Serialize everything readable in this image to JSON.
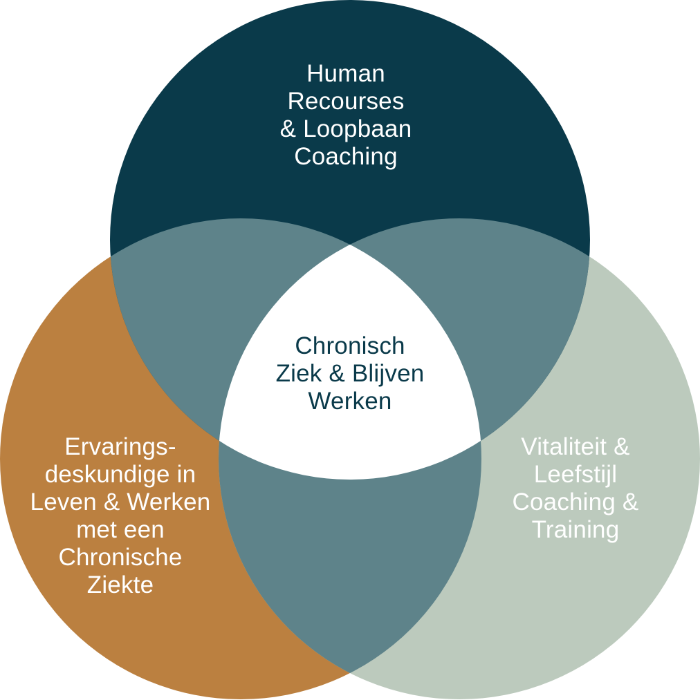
{
  "diagram": {
    "type": "venn-3",
    "colors": {
      "top": "#0a3a4a",
      "left": "#bb8040",
      "right": "#bccabd",
      "pair_overlap": "#5e838a",
      "center": "#ffffff",
      "center_text": "#0a3a4a",
      "label_text": "#ffffff"
    },
    "sets": {
      "top": {
        "label": "Human\nRecourses\n& Loopbaan\nCoaching"
      },
      "left": {
        "label": "Ervarings-\ndeskundige in\nLeven & Werken\nmet een\nChronische\nZiekte"
      },
      "right": {
        "label": "Vitaliteit &\nLeefstijl\nCoaching &\nTraining"
      }
    },
    "center": {
      "label": "Chronisch\nZiek & Blijven\nWerken"
    }
  }
}
